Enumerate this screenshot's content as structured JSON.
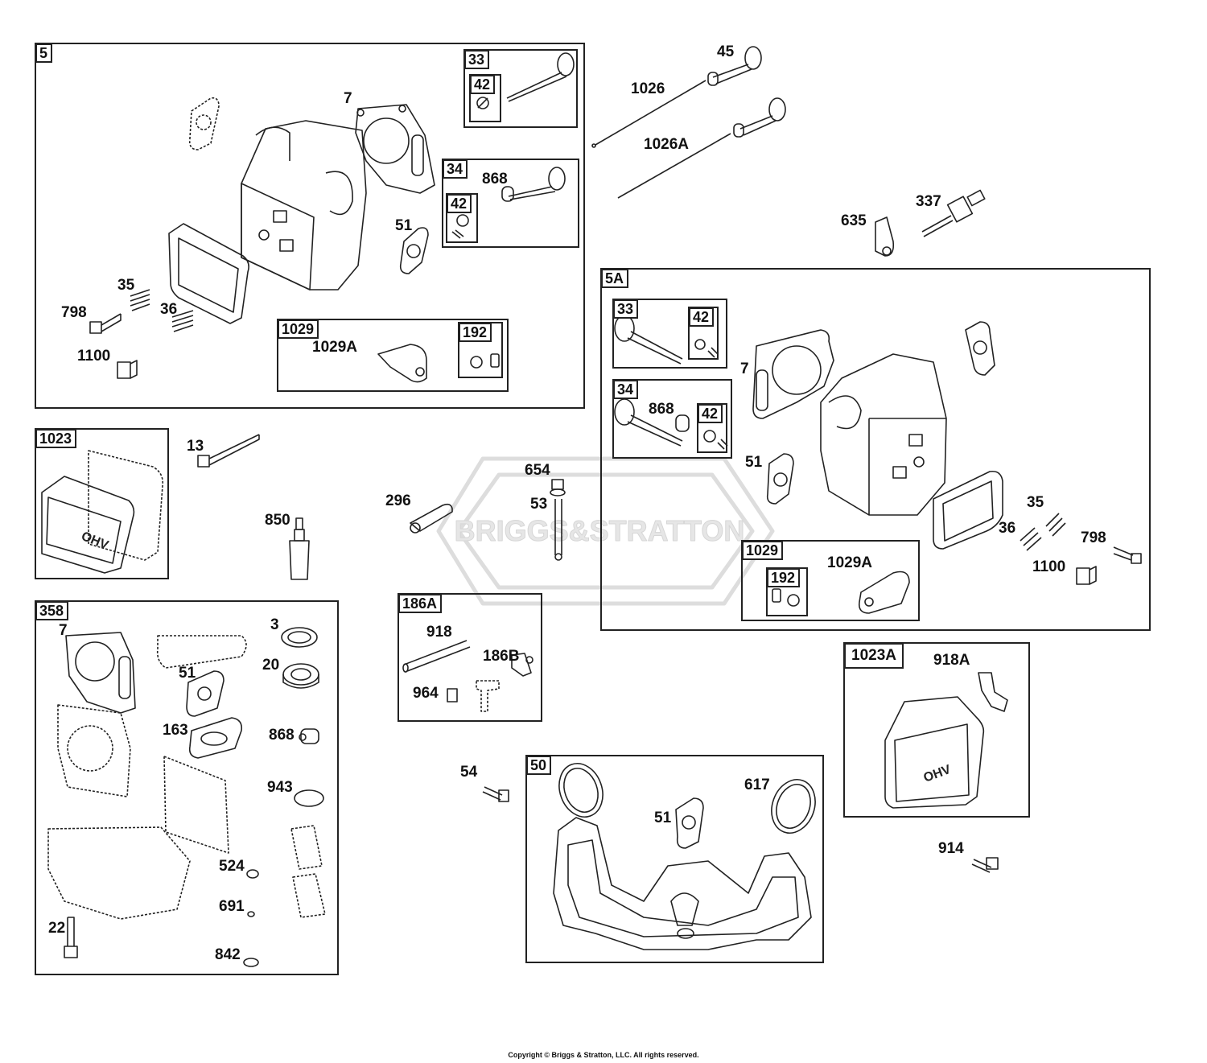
{
  "boxes": {
    "b5": "5",
    "b33": "33",
    "b33_42": "42",
    "b34": "34",
    "b34_42": "42",
    "b1029": "1029",
    "b1029_192": "192",
    "b1023": "1023",
    "b358": "358",
    "b186a": "186A",
    "b50": "50",
    "b5a": "5A",
    "b5a_33": "33",
    "b5a_33_42": "42",
    "b5a_34": "34",
    "b5a_34_42": "42",
    "b5a_1029": "1029",
    "b5a_1029_192": "192",
    "b1023a": "1023A"
  },
  "labels": {
    "l7": "7",
    "l51": "51",
    "l868": "868",
    "l35": "35",
    "l798": "798",
    "l36": "36",
    "l1100": "1100",
    "l1029a": "1029A",
    "l45": "45",
    "l1026": "1026",
    "l1026a": "1026A",
    "l337": "337",
    "l635": "635",
    "l13": "13",
    "l850": "850",
    "l296": "296",
    "l654": "654",
    "l53": "53",
    "a7": "7",
    "a51": "51",
    "a868": "868",
    "a35": "35",
    "a36": "36",
    "a798": "798",
    "a1100": "1100",
    "a1029a": "1029A",
    "m7": "7",
    "m3": "3",
    "m51": "51",
    "m20": "20",
    "m163": "163",
    "m868": "868",
    "m943": "943",
    "m524": "524",
    "m691": "691",
    "m22": "22",
    "m842": "842",
    "r918": "918",
    "r186b": "186B",
    "r964": "964",
    "l54": "54",
    "l617": "617",
    "l51b": "51",
    "l918a": "918A",
    "l914": "914"
  },
  "watermark": "BRIGGS&STRATTON",
  "copyright": "Copyright © Briggs & Stratton, LLC. All rights reserved."
}
